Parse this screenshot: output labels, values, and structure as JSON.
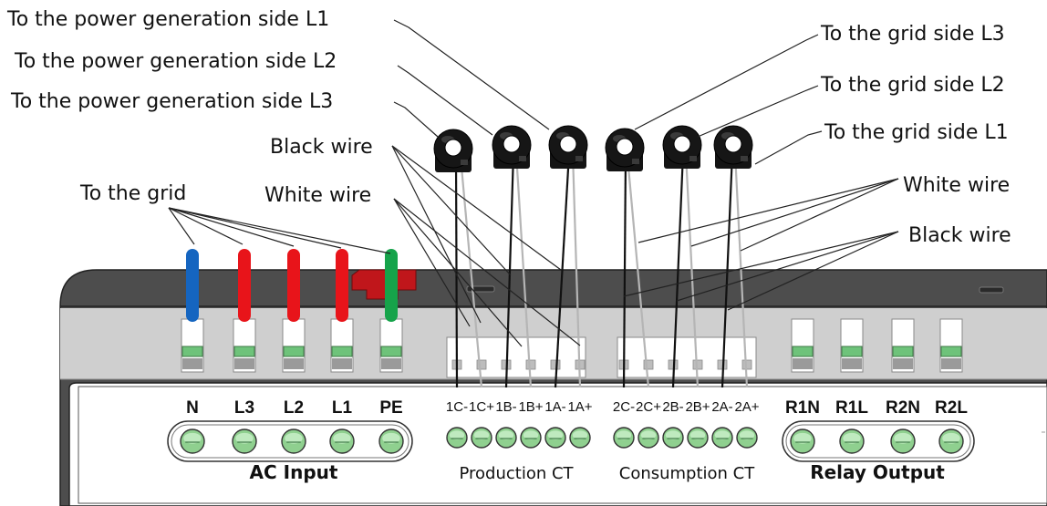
{
  "callouts_left": {
    "power_l1": "To the power generation side L1",
    "power_l2": "To the power generation side L2",
    "power_l3": "To the power generation side L3",
    "black_wire": "Black wire",
    "white_wire": "White wire",
    "to_grid": "To the grid"
  },
  "callouts_right": {
    "grid_l3": "To the grid side L3",
    "grid_l2": "To the grid side L2",
    "grid_l1": "To the grid side L1",
    "white_wire": "White wire",
    "black_wire": "Black wire"
  },
  "ac_input": {
    "label": "AC Input",
    "terminals": [
      "N",
      "L3",
      "L2",
      "L1",
      "PE"
    ],
    "wire_colors": [
      "#1565c0",
      "#e8141a",
      "#e8141a",
      "#e8141a",
      "#16a34a"
    ]
  },
  "production_ct": {
    "label": "Production CT",
    "terminals": [
      "1C-",
      "1C+",
      "1B-",
      "1B+",
      "1A-",
      "1A+"
    ]
  },
  "consumption_ct": {
    "label": "Consumption CT",
    "terminals": [
      "2C-",
      "2C+",
      "2B-",
      "2B+",
      "2A-",
      "2A+"
    ]
  },
  "relay_output": {
    "label": "Relay Output",
    "terminals": [
      "R1N",
      "R1L",
      "R2N",
      "R2L"
    ]
  },
  "colors": {
    "black_wire": "#111111",
    "white_wire": "#b8b8b8",
    "device_body": "#d4d4d4",
    "device_top": "#4a4a4a",
    "terminal_green": "#6ec37a",
    "latch_red": "#c0161b"
  }
}
